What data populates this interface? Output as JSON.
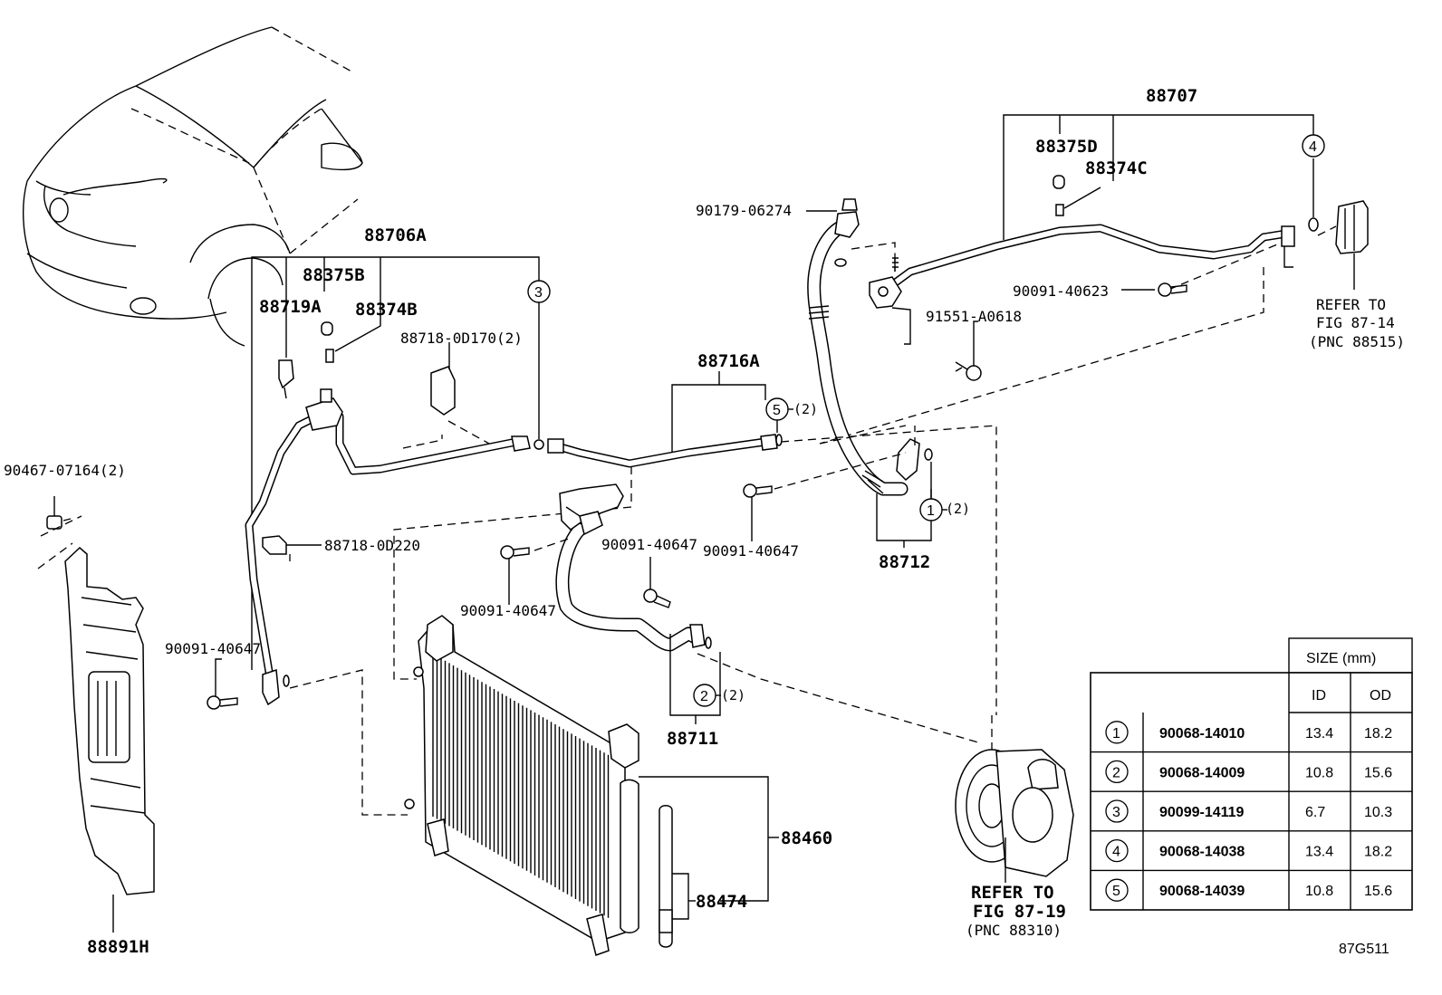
{
  "labels": {
    "p88707": "88707",
    "p88375D": "88375D",
    "p88374C": "88374C",
    "p90179": "90179-06274",
    "p90091_40623": "90091-40623",
    "p91551": "91551-A0618",
    "refer1_a": "REFER TO",
    "refer1_b": "FIG 87-14",
    "refer1_c": "(PNC 88515)",
    "p88706A": "88706A",
    "p88375B": "88375B",
    "p88719A": "88719A",
    "p88374B": "88374B",
    "p88718_0D170": "88718-0D170(2)",
    "p88716A": "88716A",
    "p88718_0D220": "88718-0D220",
    "p90467": "90467-07164(2)",
    "p90091_left": "90091-40647",
    "p90091_mid": "90091-40647",
    "p90091_hose": "90091-40647",
    "p90091_right": "90091-40647",
    "p88712": "88712",
    "p88711": "88711",
    "p88460": "88460",
    "p88474": "88474",
    "p88891H": "88891H",
    "refer2_a": "REFER TO",
    "refer2_b": "FIG 87-19",
    "refer2_c": "(PNC 88310)",
    "fig_code": "87G511",
    "circle_1": "1",
    "circle_2": "2",
    "circle_3": "3",
    "circle_4": "4",
    "circle_5": "5",
    "qty_1": "(2)",
    "qty_2": "(2)",
    "qty_5": "(2)"
  },
  "size_table": {
    "header": "SIZE (mm)",
    "col_id": "ID",
    "col_od": "OD",
    "rows": [
      {
        "ref": "1",
        "part": "90068-14010",
        "id": "13.4",
        "od": "18.2"
      },
      {
        "ref": "2",
        "part": "90068-14009",
        "id": "10.8",
        "od": "15.6"
      },
      {
        "ref": "3",
        "part": "90099-14119",
        "id": "6.7",
        "od": "10.3"
      },
      {
        "ref": "4",
        "part": "90068-14038",
        "id": "13.4",
        "od": "18.2"
      },
      {
        "ref": "5",
        "part": "90068-14039",
        "id": "10.8",
        "od": "15.6"
      }
    ]
  }
}
